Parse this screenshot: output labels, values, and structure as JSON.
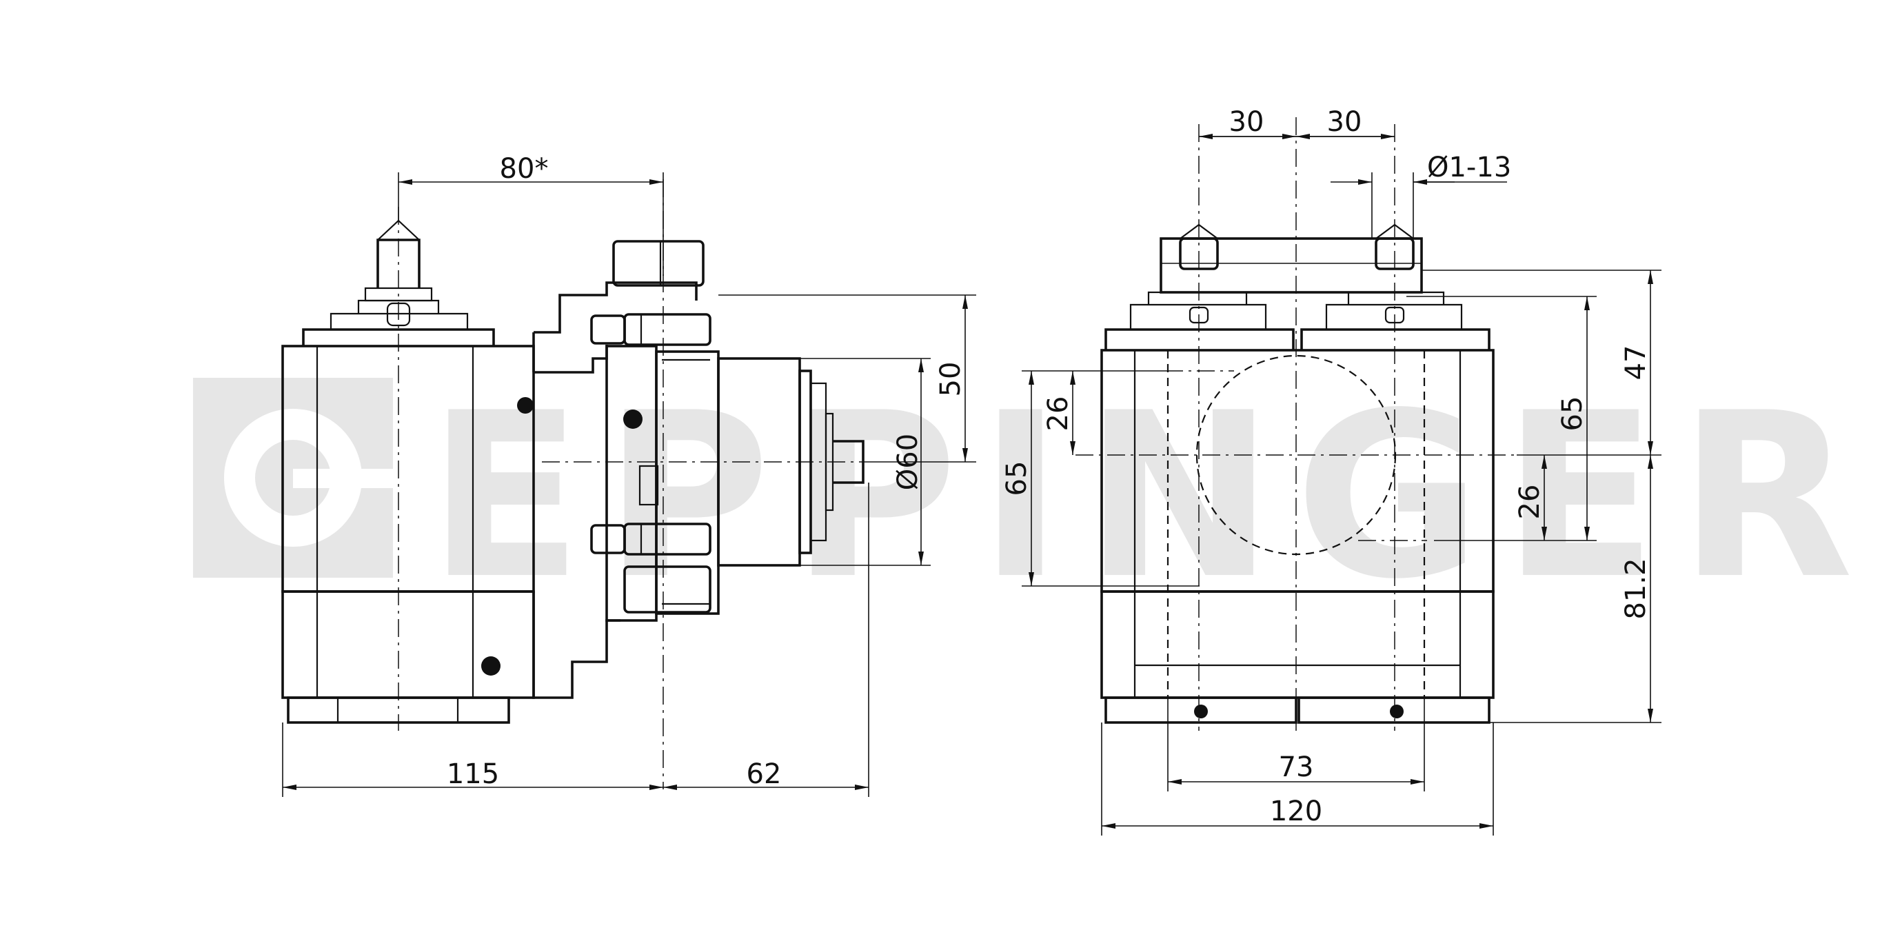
{
  "watermark": {
    "text": "EPPINGER",
    "color": "#e6e6e6"
  },
  "side_view": {
    "dims": {
      "top_width": "80*",
      "body_width": "115",
      "flange_width": "62",
      "diameter": "Ø60",
      "height": "50"
    }
  },
  "front_view": {
    "dims": {
      "spacing_left": "30",
      "spacing_right": "30",
      "bolt_callout": "Ø1-13",
      "left_height": "65",
      "left_offset": "26",
      "right_height": "65",
      "right_offset": "26",
      "upper_height": "47",
      "lower_height": "81.2",
      "bolt_spacing": "73",
      "total_width": "120"
    }
  }
}
